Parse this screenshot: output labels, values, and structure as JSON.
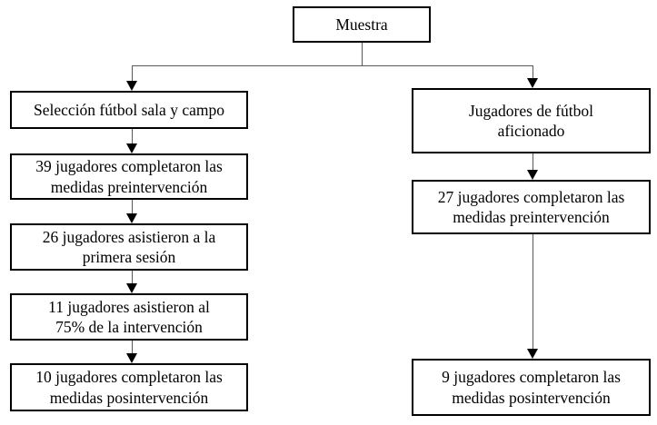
{
  "flowchart": {
    "root": {
      "label": "Muestra"
    },
    "left_branch": {
      "boxes": [
        {
          "label": "Selección fútbol sala y campo"
        },
        {
          "label": "39 jugadores completaron las\nmedidas preintervención"
        },
        {
          "label": "26 jugadores asistieron a la\nprimera sesión"
        },
        {
          "label": "11 jugadores asistieron al\n75% de la intervención"
        },
        {
          "label": "10 jugadores completaron las\nmedidas posintervención"
        }
      ]
    },
    "right_branch": {
      "boxes": [
        {
          "label": "Jugadores de fútbol\naficionado"
        },
        {
          "label": "27 jugadores completaron las\nmedidas preintervención"
        },
        {
          "label": "9 jugadores completaron las\nmedidas posintervención"
        }
      ]
    },
    "colors": {
      "box_border": "#000000",
      "connector_line": "#595959",
      "arrowhead": "#000000",
      "background": "#ffffff",
      "text": "#000000"
    }
  }
}
